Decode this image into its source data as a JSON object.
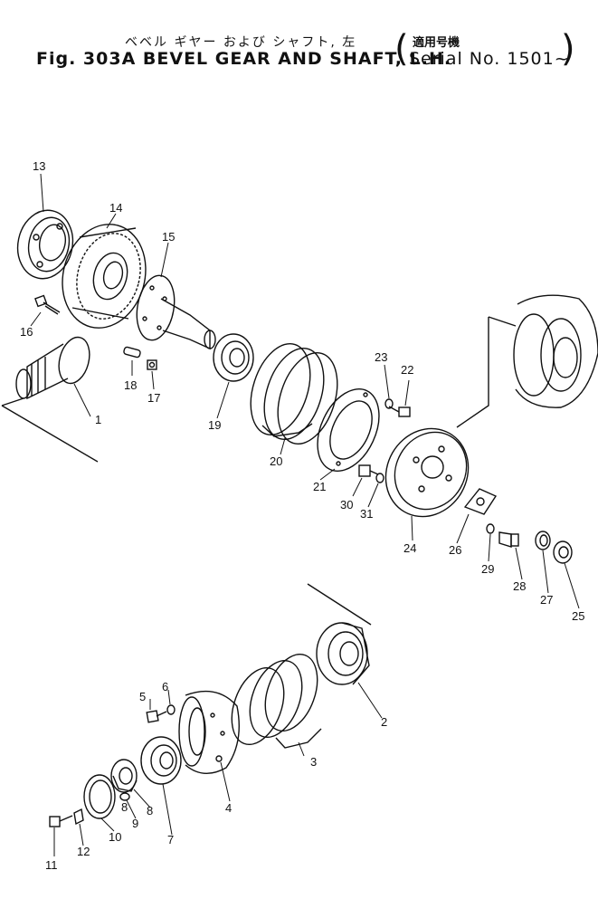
{
  "header": {
    "title_jp": "ベベル ギヤー および シャフト, 左",
    "title_en": "Fig. 303A BEVEL GEAR AND SHAFT, L.H.",
    "serial_jp": "適用号機",
    "serial_en": "Serial No. 1501~"
  },
  "part_labels": {
    "p1": "1",
    "p2": "2",
    "p3": "3",
    "p4": "4",
    "p5": "5",
    "p6": "6",
    "p7": "7",
    "p8a": "8",
    "p8b": "8",
    "p9": "9",
    "p10": "10",
    "p11": "11",
    "p12": "12",
    "p13": "13",
    "p14": "14",
    "p15": "15",
    "p16": "16",
    "p17": "17",
    "p18": "18",
    "p19": "19",
    "p20": "20",
    "p21": "21",
    "p22": "22",
    "p23": "23",
    "p24": "24",
    "p25": "25",
    "p26": "26",
    "p27": "27",
    "p28": "28",
    "p29": "29",
    "p30": "30",
    "p31": "31"
  }
}
